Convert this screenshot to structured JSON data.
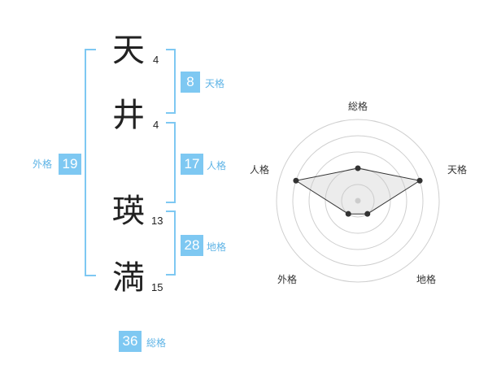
{
  "colors": {
    "accent": "#7ec8f2",
    "label": "#5fb4e6",
    "text": "#222222"
  },
  "characters": [
    {
      "char": "天",
      "strokes": "4"
    },
    {
      "char": "井",
      "strokes": "4"
    },
    {
      "char": "瑛",
      "strokes": "13"
    },
    {
      "char": "満",
      "strokes": "15"
    }
  ],
  "kakusu": {
    "tenkaku": {
      "value": "8",
      "label": "天格"
    },
    "jinkaku": {
      "value": "17",
      "label": "人格"
    },
    "chikaku": {
      "value": "28",
      "label": "地格"
    },
    "gaikaku": {
      "value": "19",
      "label": "外格"
    },
    "soukaku": {
      "value": "36",
      "label": "総格"
    }
  },
  "chart_data": {
    "type": "radar",
    "axes": [
      "総格",
      "天格",
      "地格",
      "外格",
      "人格"
    ],
    "values": [
      2,
      4,
      1,
      1,
      4
    ],
    "max": 5,
    "rings": 5
  }
}
